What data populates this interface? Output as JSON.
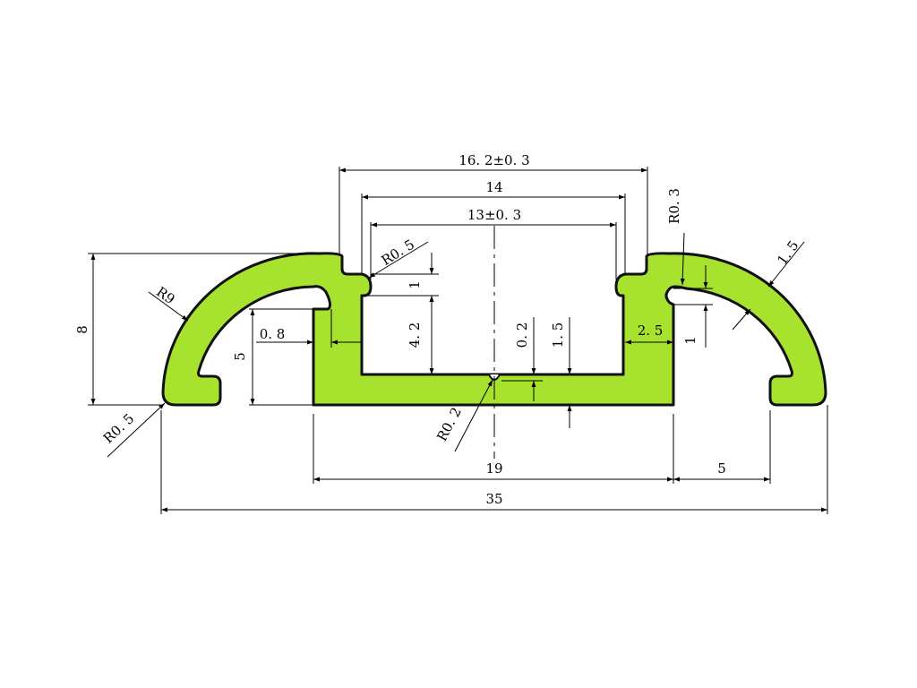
{
  "colors": {
    "profile_fill": "#a6e22e",
    "profile_stroke": "#111111",
    "line": "#000000",
    "background": "#ffffff"
  },
  "dimensions": {
    "outer_opening": "16. 2±0. 3",
    "inner_top": "14",
    "channel_width": "13±0. 3",
    "fillet_r05_top": "R0. 5",
    "fillet_r03": "R0. 3",
    "wall_thickness": "1. 5",
    "arc_radius": "R9",
    "overall_height": "8",
    "lip_height": "1",
    "channel_depth": "4. 2",
    "groove_depth": "0. 2",
    "base_thickness": "1. 5",
    "rib_width": "2. 5",
    "slot_height": "1",
    "wall_gap": "0. 8",
    "channel_height": "5",
    "fillet_r05_bottom": "R0. 5",
    "fillet_r02": "R0. 2",
    "base_width": "19",
    "wing_width": "5",
    "overall_width": "35"
  }
}
